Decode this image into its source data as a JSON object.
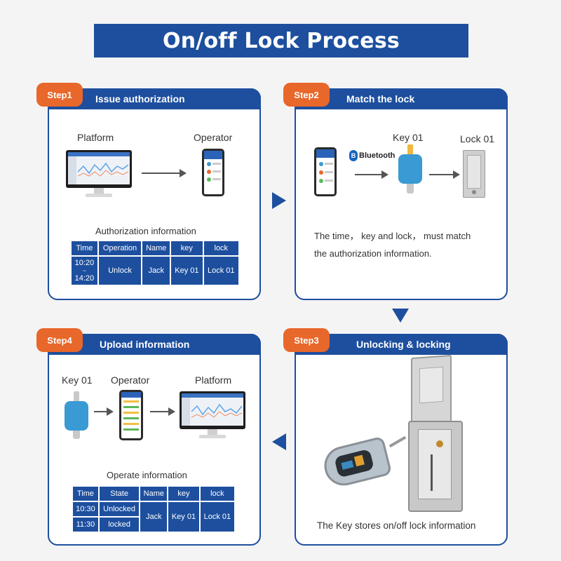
{
  "title": "On/off Lock Process",
  "colors": {
    "primary": "#1d4f9e",
    "accent": "#e8672a",
    "key_blue": "#3a9ad3"
  },
  "step1": {
    "badge": "Step1",
    "heading": "Issue authorization",
    "platform_label": "Platform",
    "operator_label": "Operator",
    "table_caption": "Authorization information",
    "table": {
      "headers": [
        "Time",
        "Operation",
        "Name",
        "key",
        "lock"
      ],
      "time_top": "10:20",
      "time_sep": "~",
      "time_bottom": "14:20",
      "operation": "Unlock",
      "name": "Jack",
      "key": "Key 01",
      "lock": "Lock 01"
    }
  },
  "step2": {
    "badge": "Step2",
    "heading": "Match the lock",
    "bluetooth_label": "Bluetooth",
    "key_label": "Key 01",
    "lock_label": "Lock 01",
    "note_line1": "The time， key and lock， must match",
    "note_line2": "the authorization information."
  },
  "step3": {
    "badge": "Step3",
    "heading": "Unlocking & locking",
    "caption": "The Key stores on/off lock information"
  },
  "step4": {
    "badge": "Step4",
    "heading": "Upload information",
    "key_label": "Key 01",
    "operator_label": "Operator",
    "platform_label": "Platform",
    "table_caption": "Operate information",
    "table": {
      "headers": [
        "Time",
        "State",
        "Name",
        "key",
        "lock"
      ],
      "rows": [
        {
          "time": "10:30",
          "state": "Unlocked"
        },
        {
          "time": "11:30",
          "state": "locked"
        }
      ],
      "name": "Jack",
      "key": "Key 01",
      "lock": "Lock 01"
    }
  }
}
